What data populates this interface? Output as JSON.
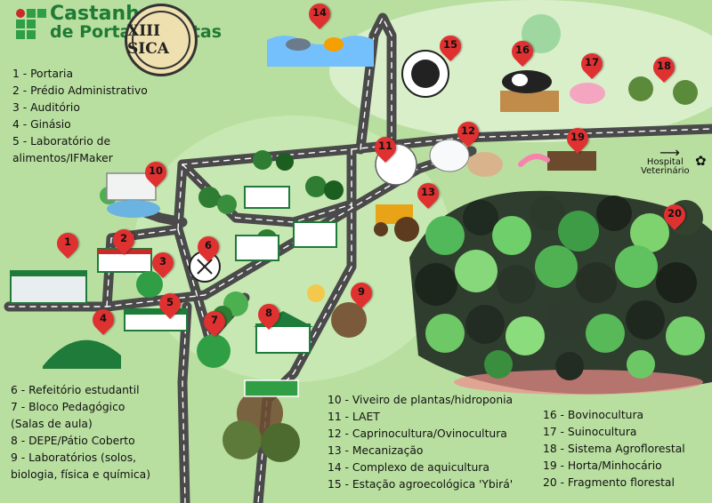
{
  "header": {
    "title_line1": "Castanhal",
    "title_line2": "de Portas Abertas",
    "badge_text": "XIII SICA"
  },
  "legend": [
    {
      "label": "1 - Portaria"
    },
    {
      "label": "2 - Prédio Administrativo"
    },
    {
      "label": "3 - Auditório"
    },
    {
      "label": "4 - Ginásio"
    },
    {
      "label": "5 - Laboratório de"
    },
    {
      "label": "alimentos/IFMaker"
    },
    {
      "label": "6 - Refeitório estudantil"
    },
    {
      "label": "7 - Bloco Pedagógico"
    },
    {
      "label": "(Salas de aula)"
    },
    {
      "label": "8 - DEPE/Pátio Coberto"
    },
    {
      "label": "9 - Laboratórios (solos,"
    },
    {
      "label": "biologia, física e química)"
    },
    {
      "label": "10 - Viveiro de plantas/hidroponia"
    },
    {
      "label": "11 - LAET"
    },
    {
      "label": "12 - Caprinocultura/Ovinocultura"
    },
    {
      "label": "13 - Mecanização"
    },
    {
      "label": "14 - Complexo de aquicultura"
    },
    {
      "label": "15 - Estação agroecológica 'Ybirá'"
    },
    {
      "label": "16 - Bovinocultura"
    },
    {
      "label": "17 - Suinocultura"
    },
    {
      "label": "18 - Sistema Agroflorestal"
    },
    {
      "label": "19 - Horta/Minhocário"
    },
    {
      "label": "20 - Fragmento florestal"
    }
  ],
  "pins": [
    "1",
    "2",
    "3",
    "4",
    "5",
    "6",
    "7",
    "8",
    "9",
    "10",
    "11",
    "12",
    "13",
    "14",
    "15",
    "16",
    "17",
    "18",
    "19",
    "20"
  ],
  "hospital": {
    "line1": "Hospital",
    "line2": "Veterinário",
    "arrow_icon": "arrow-right-icon",
    "paw_icon": "paw-icon"
  },
  "colors": {
    "background": "#b9dfa0",
    "road": "#4a4a4a",
    "road_marking": "#ffffff",
    "pin": "#e03131",
    "forest_dark": "#2b3a2b",
    "forest_green": "#4caf50",
    "building_green": "#1e7b3a"
  }
}
